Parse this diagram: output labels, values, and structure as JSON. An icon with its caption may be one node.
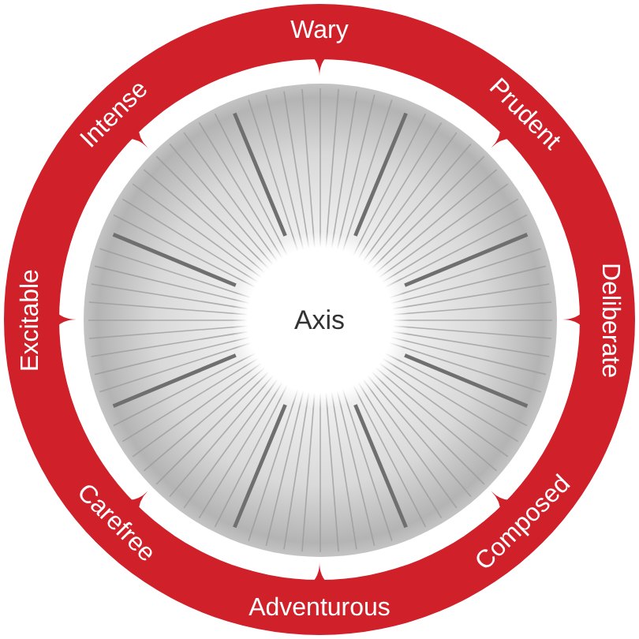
{
  "diagram": {
    "nodes": [
      {
        "text": [
          "Wary",
          "Prudent",
          "Deliberate",
          "Composed",
          "Adventurous",
          "Carefree",
          "Excitable",
          "Intense"
        ]
      },
      {
        "text": [
          "Axis"
        ],
        "in": 0
      }
    ]
  }
}
